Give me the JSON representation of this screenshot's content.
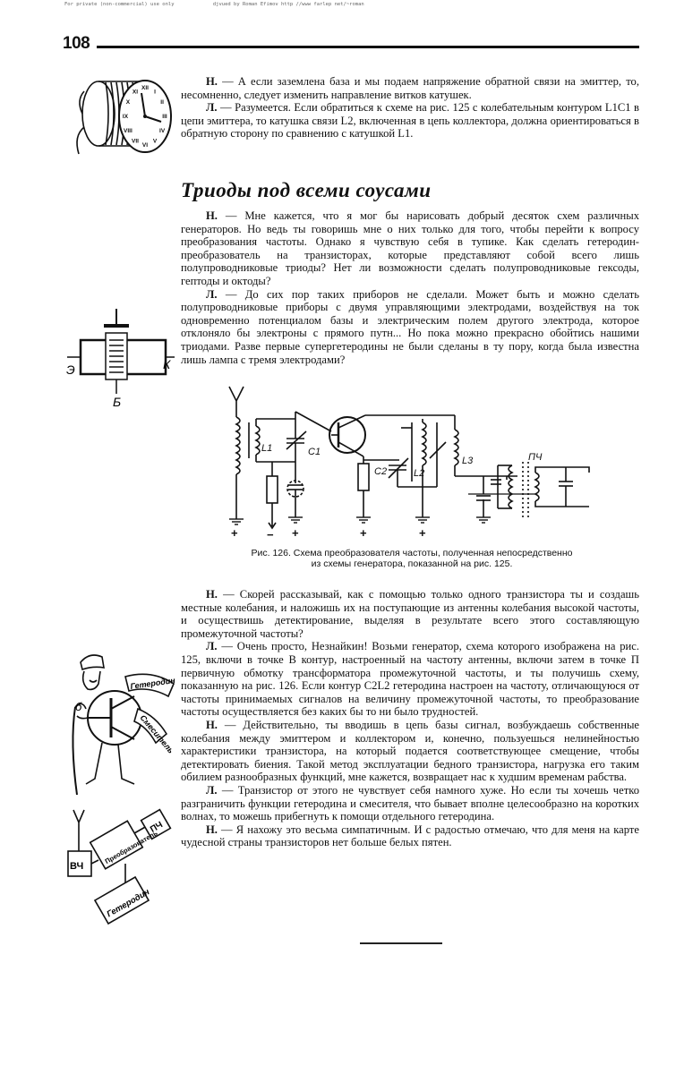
{
  "watermark": {
    "left": "For private (non-commercial) use only",
    "right": "djvued by Roman Efimov http //www farlep net/~roman"
  },
  "page_number": "108",
  "section1": {
    "p1_speaker": "Н.",
    "p1_text": " — А если заземлена база и мы подаем напряжение обратной связи на эмиттер, то, несомненно, следует изменить направление витков катушек.",
    "p2_speaker": "Л.",
    "p2_text": " — Разумеется. Если обратиться к схеме на рис. 125 с колебательным контуром L1C1 в цепи эмиттера, то катушка связи L2, включенная в цепь коллектора, должна ориентироваться в обратную сторону по сравнению с катушкой L1."
  },
  "heading": "Триоды под всеми соусами",
  "section2": {
    "p1_speaker": "Н.",
    "p1_text": " — Мне кажется, что я мог бы нарисовать добрый десяток схем различных генераторов. Но ведь ты говоришь мне о них только для того, чтобы перейти к вопросу преобразования частоты. Однако я чувствую себя в тупике. Как сделать гетеродин-преобразователь на транзисторах, которые представляют собой всего лишь полупроводниковые триоды? Нет ли возможности сделать полупроводниковые гексоды, гептоды и октоды?",
    "p2_speaker": "Л.",
    "p2_text": " — До сих пор таких приборов не сделали. Может быть и можно сделать полупроводниковые приборы с двумя управляющими электродами, воздействуя на ток одновременно потенциалом базы и электрическим полем другого электрода, которое отклоняло бы электроны с прямого путн... Но пока можно прекрасно обойтись нашими триодами. Разве первые супергетеродины не были сделаны в ту пору, когда была известна лишь лампа с тремя электродами?"
  },
  "transistor_sketch": {
    "emitter": "Э",
    "collector": "К",
    "base": "Б"
  },
  "figure": {
    "labels": {
      "L1": "L1",
      "C1": "C1",
      "C2": "C2",
      "L2": "L2",
      "L3": "L3",
      "PCh": "ПЧ",
      "plus": "+",
      "minus": "−"
    },
    "caption_line1": "Рис. 126. Схема преобразователя частоты, полученная непосредственно",
    "caption_line2": "из схемы генератора, показанной на рис. 125."
  },
  "section3": {
    "p1_speaker": "Н.",
    "p1_text": " — Скорей рассказывай, как с помощью только одного транзистора ты и создашь местные колебания, и наложишь их на поступающие из антенны колебания высокой частоты, и осуществишь детектирование, выделяя в результате всего этого составляющую промежуточной частоты?",
    "p2_speaker": "Л.",
    "p2_text": " — Очень просто, Незнайкин! Возьми генератор, схема которого изображена на рис. 125, включи в точке В контур, настроенный на частоту антенны, включи затем в точке П первичную обмотку трансформатора промежуточной частоты, и ты получишь схему, показанную на рис. 126. Если контур C2L2 гетеродина настроен на частоту, отличающуюся от частоты принимаемых сигналов на величину промежуточной частоты, то преобразование частоты осуществляется без каких бы то ни было трудностей.",
    "p3_speaker": "Н.",
    "p3_text": " — Действительно, ты вводишь в цепь базы сигнал, возбуждаешь собственные колебания между эмиттером и коллектором и, конечно, пользуешься нелинейностью характеристики транзистора, на который подается соответствующее смещение, чтобы детектировать биения. Такой метод эксплуатации бедного транзистора, нагрузка его таким обилием разнообразных функций, мне кажется, возвращает нас к худшим временам рабства.",
    "p4_speaker": "Л.",
    "p4_text": " — Транзистор от этого не чувствует себя намного хуже. Но если ты хочешь четко разграничить функции гетеродина и смесителя, что бывает вполне целесообразно на коротких волнах, то можешь прибегнуть к помощи отдельного гетеродина.",
    "p5_speaker": "Н.",
    "p5_text": " — Я нахожу это весьма симпатичным. И с радостью отмечаю, что для меня на карте чудесной страны транзисторов нет больше белых пятен."
  },
  "cartoon": {
    "label_b": "б",
    "banner_top": "Гетеродин",
    "banner_bottom": "Смеситель"
  },
  "block_diagram": {
    "vch": "ВЧ",
    "converter": "Преобразователь",
    "pch": "ПЧ",
    "local_osc": "Гетеродин"
  },
  "clock_numerals": [
    "XII",
    "I",
    "II",
    "III",
    "IV",
    "V",
    "VI",
    "VII",
    "VIII",
    "IX",
    "X",
    "XI"
  ]
}
